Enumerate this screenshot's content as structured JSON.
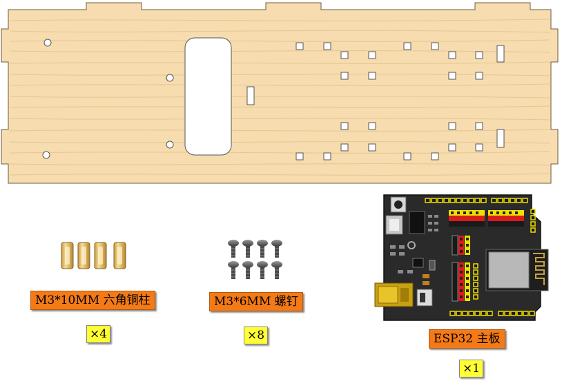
{
  "parts": {
    "standoffs": {
      "name": "M3*10MM 六角铜柱",
      "qty": "×4"
    },
    "screws": {
      "name": "M3*6MM 螺钉",
      "qty": "×8"
    },
    "board": {
      "name": "ESP32 主板",
      "qty": "×1"
    }
  },
  "colors": {
    "wood": "#f6dcae",
    "wood_grain": "#e8c48a",
    "label_orange": "#f47a17",
    "label_yellow": "#ffff33",
    "pcb": "#2b2b2b",
    "pin_yellow": "#f0e000",
    "pin_red": "#d81c1c",
    "standoff_brass": "#e8c47a"
  }
}
